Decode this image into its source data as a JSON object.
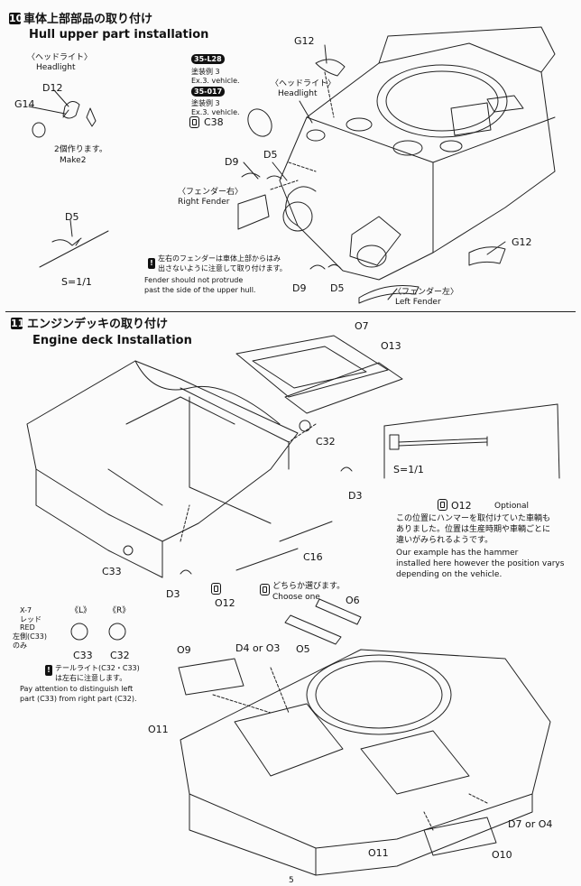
{
  "step10": {
    "number": "10",
    "title_jp": "車体上部部品の取り付け",
    "title_en": "Hull upper part installation",
    "headlight_jp": "〈ヘッドライト〉",
    "headlight_en": "Headlight",
    "headlight2_jp": "〈ヘッドライト〉",
    "headlight2_en": "Headlight",
    "make2_jp": "2個作ります。",
    "make2_en": "Make2",
    "paint1_code": "35-L28",
    "paint1_jp": "塗装例 3",
    "paint1_en": "Ex.3. vehicle.",
    "paint2_code": "35-017",
    "paint2_jp": "塗装例 3",
    "paint2_en": "Ex.3. vehicle.",
    "scale": "S=1/1",
    "right_fender_jp": "〈フェンダー右〉",
    "right_fender_en": "Right Fender",
    "left_fender_jp": "〈フェンダー左〉",
    "left_fender_en": "Left Fender",
    "note_jp_1": "左右のフェンダーは車体上部からはみ",
    "note_jp_2": "出さないように注意して取り付けます。",
    "note_en_1": "Fender should not protrude",
    "note_en_2": "past the side of the upper hull.",
    "parts": {
      "g12_top": "G12",
      "d12": "D12",
      "g14": "G14",
      "c38": "C38",
      "d9_top": "D9",
      "d5_top": "D5",
      "d5_detail": "D5",
      "g12_right": "G12",
      "d9_bottom": "D9",
      "d5_bottom": "D5"
    }
  },
  "step11": {
    "number": "11",
    "title_jp": "エンジンデッキの取り付け",
    "title_en": "Engine deck Installation",
    "scale": "S=1/1",
    "optional_part": "O12",
    "optional_label": "Optional",
    "hammer_jp_1": "この位置にハンマーを取付けていた車輌も",
    "hammer_jp_2": "ありました。位置は生産時期や車輌ごとに",
    "hammer_jp_3": "違いがみられるようです。",
    "hammer_en_1": "Our example has the hammer",
    "hammer_en_2": "installed here however the position varys",
    "hammer_en_3": "depending on the vehicle.",
    "choose_jp": "どちらか選びます。",
    "choose_en": "Choose one",
    "paint_code": "X-7",
    "paint_name": "レッド",
    "paint_sub": "RED",
    "left_only_jp_1": "左側(C33)",
    "left_only_jp_2": "のみ",
    "l_mark": "《L》",
    "r_mark": "《R》",
    "tail_jp_1": "テールライト(C32・C33)",
    "tail_jp_2": "は左右に注意します。",
    "tail_en_1": "Pay attention to distinguish left",
    "tail_en_2": "part (C33) from right part (C32).",
    "parts": {
      "o7": "O7",
      "o13": "O13",
      "c32_top": "C32",
      "d3_right": "D3",
      "c16": "C16",
      "c33_left": "C33",
      "d3_left": "D3",
      "o12_bottom": "O12",
      "o6": "O6",
      "o5": "O5",
      "c33_lamp": "C33",
      "c32_lamp": "C32",
      "o9": "O9",
      "d4_or_o3": "D4 or O3",
      "o11_left": "O11",
      "d7_or_o4": "D7 or O4",
      "o11_bottom": "O11",
      "o10": "O10"
    }
  },
  "page_number": "5"
}
